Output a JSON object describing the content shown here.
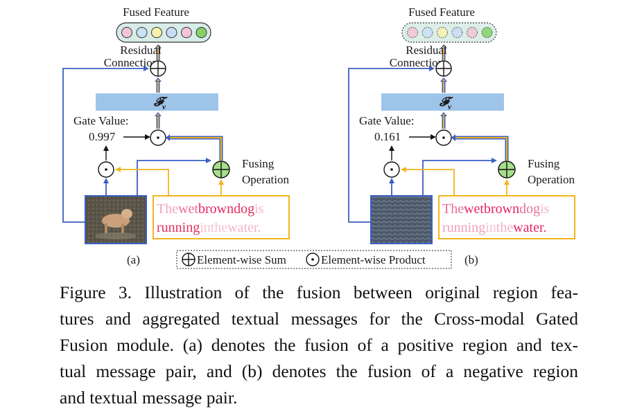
{
  "panels": [
    {
      "fused_feature_label": "Fused Feature",
      "residual_label_line1": "Residual",
      "residual_label_line2": "Connection",
      "fv_label": "𝓕",
      "fv_sub": "v",
      "gate_label": "Gate Value:",
      "gate_value": "0.997",
      "fusing_label_line1": "Fusing",
      "fusing_label_line2": "Operation",
      "panel_tag": "(a)",
      "feature_circles_style": "solid",
      "sentence": [
        {
          "text": "The ",
          "color": "#f2a6c3"
        },
        {
          "text": "wet ",
          "color": "#f06a98"
        },
        {
          "text": "brown ",
          "color": "#e3245f"
        },
        {
          "text": "dog ",
          "color": "#e0305e"
        },
        {
          "text": "is",
          "color": "#f5b7cc"
        },
        {
          "text": "running ",
          "color": "#e0305e",
          "newline": true
        },
        {
          "text": "in ",
          "color": "#f7c3d4"
        },
        {
          "text": "the ",
          "color": "#f7c3d4"
        },
        {
          "text": "water.",
          "color": "#f4b1c7"
        }
      ]
    },
    {
      "fused_feature_label": "Fused Feature",
      "residual_label_line1": "Residual",
      "residual_label_line2": "Connection",
      "fv_label": "𝓕",
      "fv_sub": "v",
      "gate_label": "Gate Value:",
      "gate_value": "0.161",
      "fusing_label_line1": "Fusing",
      "fusing_label_line2": "Operation",
      "panel_tag": "(b)",
      "feature_circles_style": "dotted",
      "sentence": [
        {
          "text": "The ",
          "color": "#e86f99"
        },
        {
          "text": "wet ",
          "color": "#e3245f"
        },
        {
          "text": "brown ",
          "color": "#e3245f"
        },
        {
          "text": "dog ",
          "color": "#e86f99"
        },
        {
          "text": "is",
          "color": "#f5b7cc"
        },
        {
          "text": "running ",
          "color": "#f0a0bb",
          "newline": true
        },
        {
          "text": "in ",
          "color": "#f7c3d4"
        },
        {
          "text": "the ",
          "color": "#f4b1c7"
        },
        {
          "text": "water.",
          "color": "#e3245f"
        }
      ]
    }
  ],
  "legend": {
    "sum_label": "Element-wise Sum",
    "product_label": "Element-wise Product"
  },
  "feature_circle_colors": [
    "#f3c4d9",
    "#c9e3f5",
    "#f7f1b0",
    "#c9dcf7",
    "#f3c4d9",
    "#87d167"
  ],
  "caption_lines": [
    "Figure 3. Illustration of the fusion between original region fea-",
    "tures and aggregated textual messages for the Cross-modal Gated",
    "Fusion module. (a) denotes the fusion of a positive region and tex-",
    "tual message pair, and (b) denotes the fusion of a negative region",
    "and textual message pair."
  ],
  "colors": {
    "blue_arrow": "#3a5fc4",
    "yellow_arrow": "#f2b41c",
    "fv_box": "#9fc4ea",
    "fusing_circle": "#a6de8c",
    "text_box_border": "#f2b41c"
  }
}
